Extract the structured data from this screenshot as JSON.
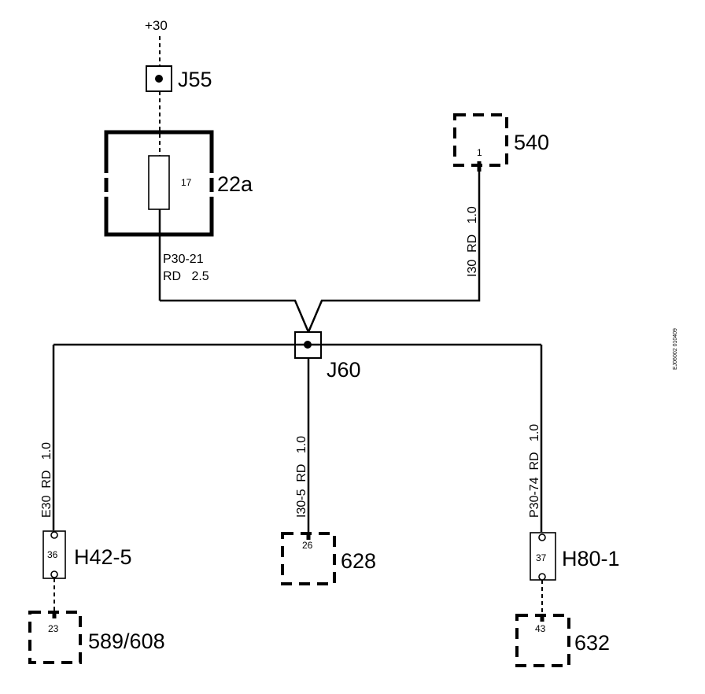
{
  "supply": {
    "label": "+30"
  },
  "connectors": {
    "j55": {
      "label": "J55"
    },
    "j60": {
      "label": "J60"
    }
  },
  "fuse": {
    "label": "22a",
    "pin": "17"
  },
  "wires": {
    "fuse_out": {
      "line1": "P30-21",
      "line2": "RD   2.5"
    },
    "to_540": {
      "text": "I30  RD   1.0"
    },
    "to_h42": {
      "text": "E30  RD   1.0"
    },
    "to_628": {
      "text": "I30-5  RD   1.0"
    },
    "to_h80": {
      "text": "P30-74  RD   1.0"
    }
  },
  "components": {
    "c540": {
      "label": "540",
      "pin": "1"
    },
    "h42": {
      "label": "H42-5",
      "pin": "36"
    },
    "c589": {
      "label": "589/608",
      "pin": "23"
    },
    "c628": {
      "label": "628",
      "pin": "26"
    },
    "h80": {
      "label": "H80-1",
      "pin": "37"
    },
    "c632": {
      "label": "632",
      "pin": "43"
    }
  },
  "diagram_id": "EJ06002 010409"
}
